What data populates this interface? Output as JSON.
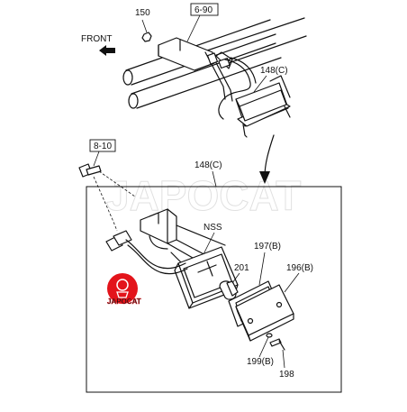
{
  "labels": {
    "front": "FRONT",
    "ref_6_90": "6-90",
    "ref_8_10": "8-10",
    "part_150": "150",
    "part_148c_top": "148(C)",
    "part_148c_box": "148(C)",
    "nss": "NSS",
    "part_197b": "197(B)",
    "part_196b": "196(B)",
    "part_201": "201",
    "part_199b": "199(B)",
    "part_198": "198"
  },
  "watermark": {
    "text": "JAPOCAT",
    "logo_text": "JAPOCAT"
  },
  "colors": {
    "logo_red": "#e3141b",
    "line": "#111111"
  }
}
